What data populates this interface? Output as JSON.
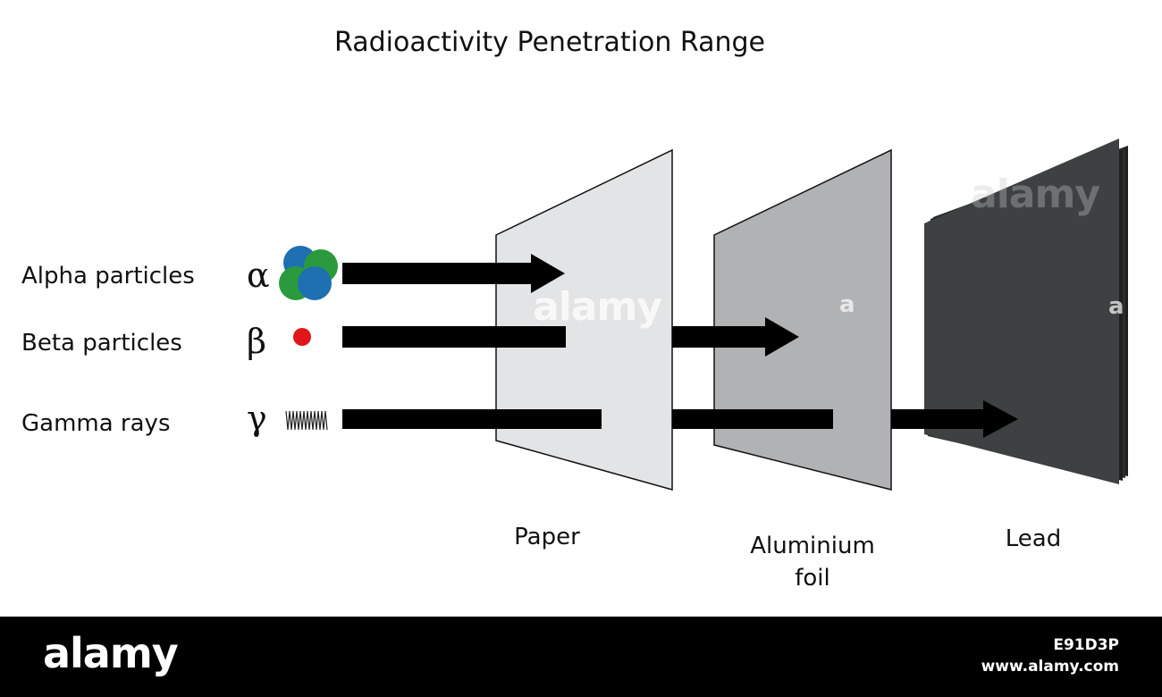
{
  "title": "Radioactivity Penetration Range",
  "rows": [
    {
      "label": "Alpha particles",
      "symbol": "α",
      "icon": "alpha-particle-cluster-icon"
    },
    {
      "label": "Beta particles",
      "symbol": "β",
      "icon": "beta-particle-dot-icon"
    },
    {
      "label": "Gamma rays",
      "symbol": "γ",
      "icon": "gamma-wave-icon"
    }
  ],
  "materials": [
    {
      "label": "Paper",
      "color": "#e3e4e5"
    },
    {
      "label": "Aluminium foil",
      "color": "#b1b2b4"
    },
    {
      "label": "Lead",
      "color": "#3d4142"
    }
  ],
  "colors": {
    "alpha_blue": "#1f6fb3",
    "alpha_green": "#2a9a3c",
    "beta_red": "#e0161b",
    "arrow": "#000000"
  },
  "footer": {
    "brand": "alamy",
    "image_id": "E91D3P",
    "site": "www.alamy.com"
  },
  "watermark": {
    "text": "alamy",
    "letter": "a"
  }
}
